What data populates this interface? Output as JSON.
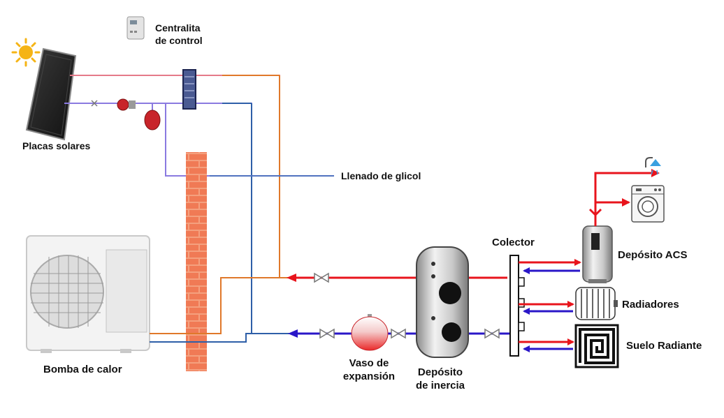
{
  "labels": {
    "control_unit": [
      "Centralita",
      "de control"
    ],
    "solar_panels": "Placas solares",
    "glycol_fill": "Llenado de glicol",
    "heat_pump": "Bomba de calor",
    "expansion_vessel": [
      "Vaso de",
      "expansión"
    ],
    "buffer_tank": [
      "Depósito",
      "de inercia"
    ],
    "collector": "Colector",
    "dhw_tank": "Depósito ACS",
    "radiators": "Radiadores",
    "underfloor": "Suelo Radiante"
  },
  "colors": {
    "hot": "#e8141c",
    "cold": "#2a17c8",
    "solar_hot": "#e57a8a",
    "solar_cold": "#8a7ae0",
    "heatpump_flow": "#e0782a",
    "heatpump_return": "#2e5fa8",
    "glycol_line": "#3c6fb4",
    "brick": "#f07a55"
  },
  "icons": [
    "sun-icon",
    "control-unit-icon",
    "solar-panel-icon",
    "heat-exchanger-icon",
    "circulation-pump-icon",
    "expansion-vessel-icon",
    "brick-wall-icon",
    "heat-pump-icon",
    "valve-icon",
    "buffer-tank-icon",
    "collector-icon",
    "dhw-tank-icon",
    "shower-icon",
    "washing-machine-icon",
    "radiator-icon",
    "underfloor-heating-icon"
  ]
}
